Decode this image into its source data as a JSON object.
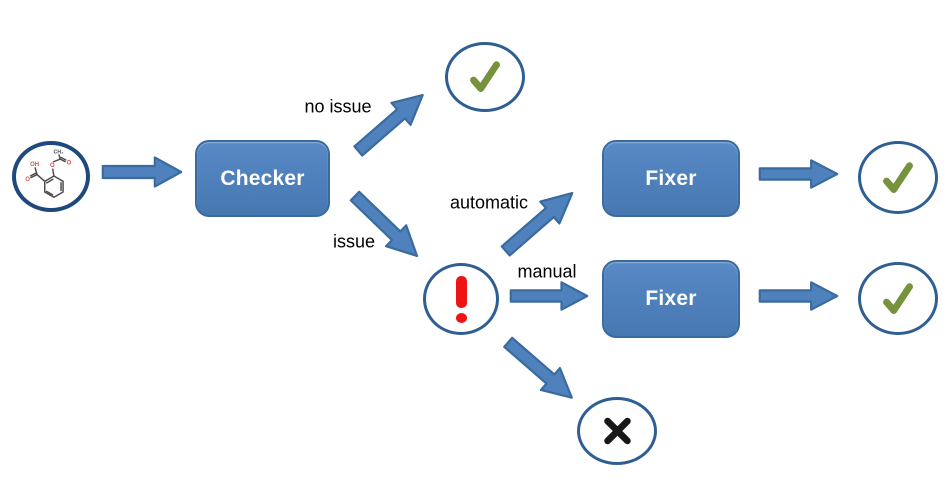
{
  "colors": {
    "node_fill": "#4F81BD",
    "node_border": "#3A6B9F",
    "arrow_fill": "#4F81BD",
    "arrow_border": "#3A6B9F",
    "outcome_circle_border": "#2F5F92",
    "molecule_circle_border": "#1F497D",
    "check_green": "#76923C",
    "alert_red": "#EE1414",
    "cross_black": "#181818",
    "label_text": "#000000",
    "node_text": "#FFFFFF",
    "bond_color": "#4A4A4A",
    "atom_red": "#D9504C"
  },
  "nodes": {
    "checker": {
      "label": "Checker"
    },
    "fixer_automatic": {
      "label": "Fixer"
    },
    "fixer_manual": {
      "label": "Fixer"
    }
  },
  "labels": {
    "no_issue": "no issue",
    "issue": "issue",
    "automatic": "automatic",
    "manual": "manual"
  },
  "icons": {
    "input": "aspirin-molecule",
    "success": "green-checkmark",
    "warning": "red-exclamation",
    "rejected": "black-cross"
  },
  "molecule": {
    "atoms": {
      "oh": "OH",
      "o_acid": "O",
      "o_ester": "O",
      "o_carbonyl": "O",
      "ch3": "CH₃"
    }
  },
  "flow": [
    {
      "from": "molecule-input",
      "to": "checker",
      "label": ""
    },
    {
      "from": "checker",
      "to": "success-circle-top",
      "label": "no issue"
    },
    {
      "from": "checker",
      "to": "warning-circle",
      "label": "issue"
    },
    {
      "from": "warning-circle",
      "to": "fixer-automatic",
      "label": "automatic"
    },
    {
      "from": "warning-circle",
      "to": "fixer-manual",
      "label": "manual"
    },
    {
      "from": "warning-circle",
      "to": "rejected-circle",
      "label": ""
    },
    {
      "from": "fixer-automatic",
      "to": "success-circle-right-1",
      "label": ""
    },
    {
      "from": "fixer-manual",
      "to": "success-circle-right-2",
      "label": ""
    }
  ]
}
